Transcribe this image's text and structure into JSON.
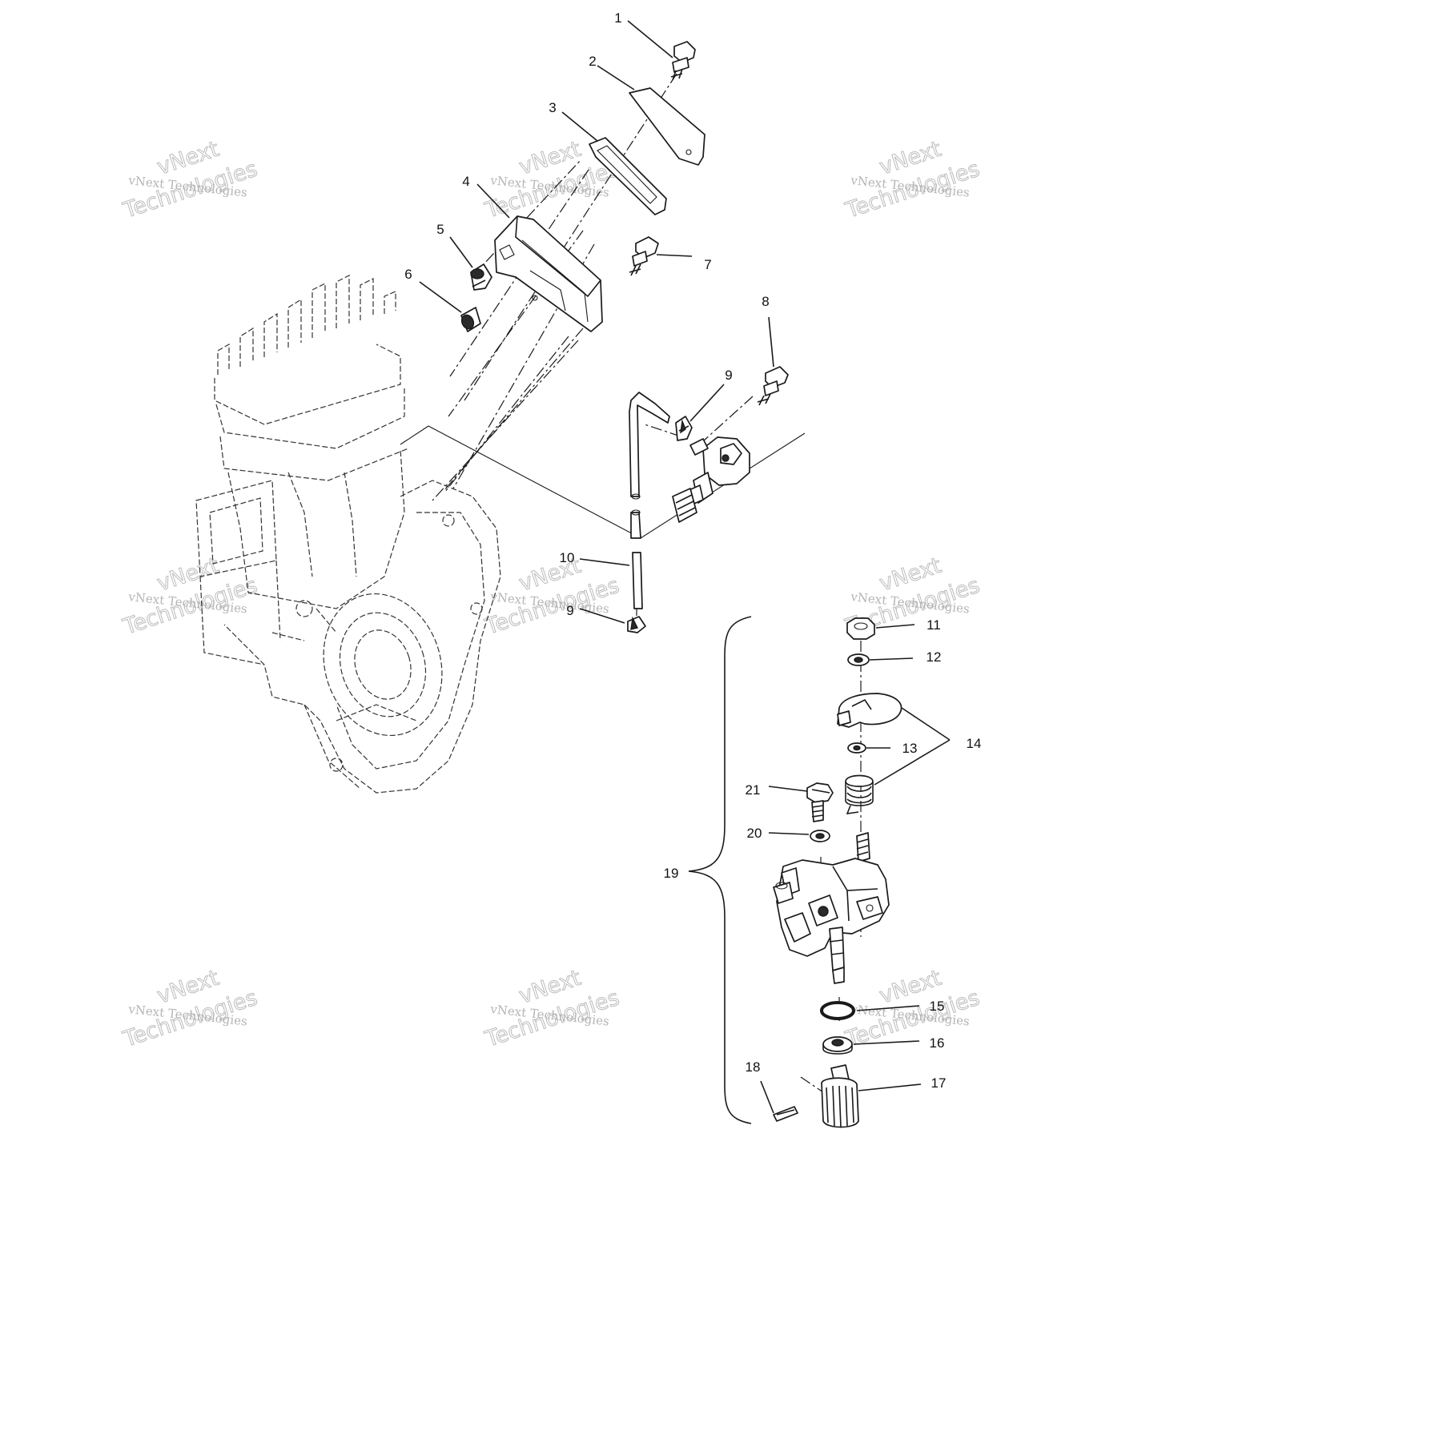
{
  "callouts": [
    {
      "id": "1",
      "text": "1"
    },
    {
      "id": "2",
      "text": "2"
    },
    {
      "id": "3",
      "text": "3"
    },
    {
      "id": "4",
      "text": "4"
    },
    {
      "id": "5",
      "text": "5"
    },
    {
      "id": "6",
      "text": "6"
    },
    {
      "id": "7",
      "text": "7"
    },
    {
      "id": "8",
      "text": "8"
    },
    {
      "id": "9a",
      "text": "9"
    },
    {
      "id": "9b",
      "text": "9"
    },
    {
      "id": "10",
      "text": "10"
    },
    {
      "id": "11",
      "text": "11"
    },
    {
      "id": "12",
      "text": "12"
    },
    {
      "id": "13",
      "text": "13"
    },
    {
      "id": "14",
      "text": "14"
    },
    {
      "id": "15",
      "text": "15"
    },
    {
      "id": "16",
      "text": "16"
    },
    {
      "id": "17",
      "text": "17"
    },
    {
      "id": "18",
      "text": "18"
    },
    {
      "id": "19",
      "text": "19"
    },
    {
      "id": "20",
      "text": "20"
    },
    {
      "id": "21",
      "text": "21"
    }
  ],
  "watermark": {
    "small": "vNext Technologies",
    "top": "vNext",
    "bottom": "Technologies"
  }
}
